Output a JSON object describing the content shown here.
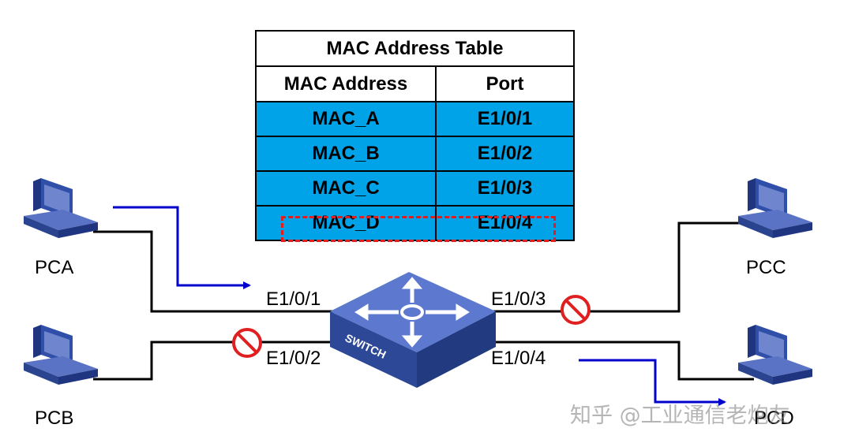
{
  "mac_table": {
    "title": "MAC Address Table",
    "headers": [
      "MAC Address",
      "Port"
    ],
    "rows": [
      {
        "mac": "MAC_A",
        "port": "E1/0/1"
      },
      {
        "mac": "MAC_B",
        "port": "E1/0/2"
      },
      {
        "mac": "MAC_C",
        "port": "E1/0/3"
      },
      {
        "mac": "MAC_D",
        "port": "E1/0/4"
      }
    ],
    "highlighted_row": "MAC_D"
  },
  "hosts": {
    "pca": "PCA",
    "pcb": "PCB",
    "pcc": "PCC",
    "pcd": "PCD"
  },
  "ports": {
    "p1": "E1/0/1",
    "p2": "E1/0/2",
    "p3": "E1/0/3",
    "p4": "E1/0/4"
  },
  "switch": {
    "label": "SWITCH",
    "icon": "switch-icon"
  },
  "blocked_icon": "no-entry-icon",
  "watermark": "知乎 @工业通信老炮友",
  "colors": {
    "table_fill": "#00a2e8",
    "flow_arrow": "#0000cc",
    "blocked": "#e02020",
    "switch_body": "#3a55b0"
  }
}
